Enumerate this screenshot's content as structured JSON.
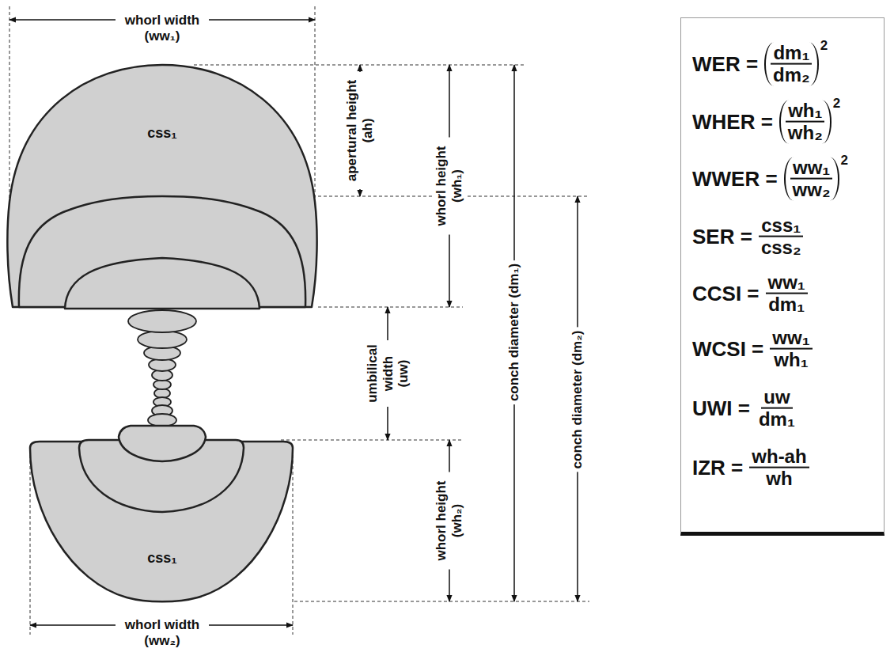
{
  "diagram": {
    "nodes": [
      {
        "text": [
          "css₁"
        ]
      },
      {
        "text": [
          "WER =",
          "dm₁",
          "dm₂",
          "2",
          "WHER =",
          "wh₁",
          "wh₂",
          "2",
          "WWER =",
          "ww₁",
          "ww₂",
          "2",
          "SER =",
          "css₁",
          "css₂",
          "CCSI =",
          "ww₁",
          "dm₁",
          "WCSI =",
          "ww₁",
          "wh₁",
          "UWI =",
          "uw",
          "dm₁",
          "IZR =",
          "wh-ah",
          "wh"
        ]
      },
      {
        "text": [
          "css₁"
        ]
      }
    ],
    "labels": [
      "whorl width (ww₁)",
      "apertural height (ah)",
      "whorl height (wh₁)",
      "conch diameter (dm₁)",
      "conch diameter (dm₂)",
      "umbilical width (uw)",
      "whorl height (wh₂)",
      "whorl width (ww₂)"
    ]
  }
}
